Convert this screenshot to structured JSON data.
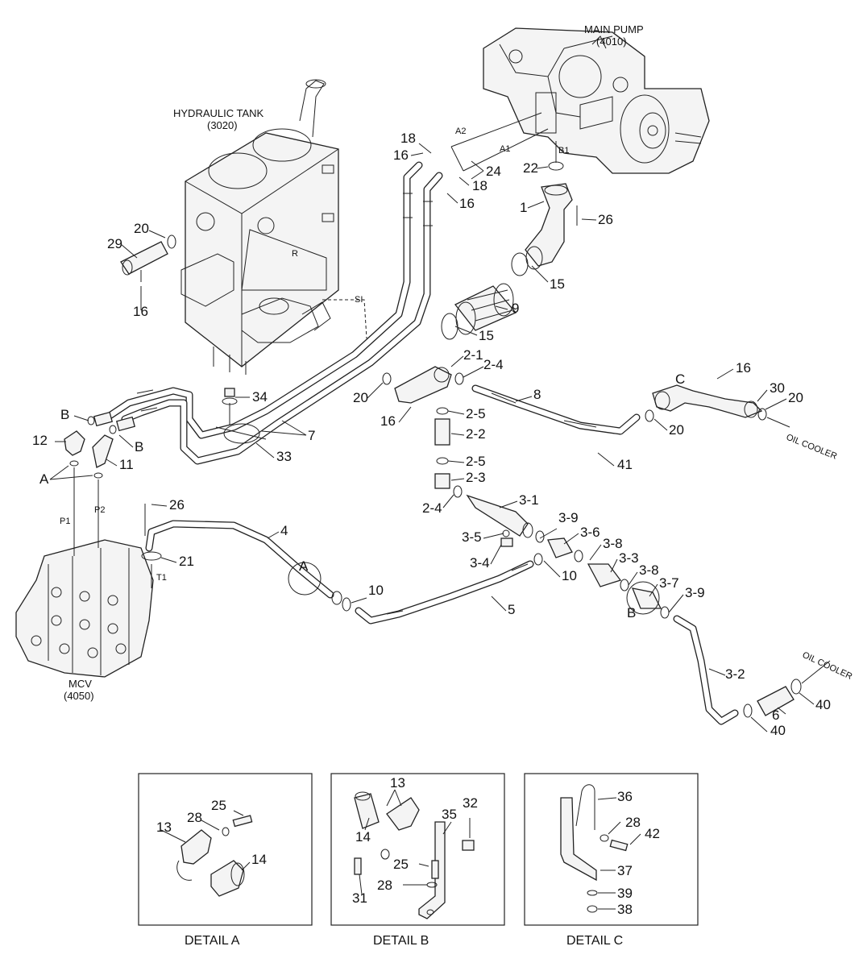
{
  "components": {
    "main_pump": {
      "name": "MAIN PUMP",
      "code": "(4010)"
    },
    "hydraulic_tank": {
      "name": "HYDRAULIC TANK",
      "code": "(3020)"
    },
    "mcv": {
      "name": "MCV",
      "code": "(4050)"
    },
    "oil_cooler_1": "OIL COOLER",
    "oil_cooler_2": "OIL COOLER"
  },
  "port_labels": {
    "a2": "A2",
    "a1": "A1",
    "b1": "B1",
    "r": "R",
    "si": "SI",
    "p1": "P1",
    "p2": "P2",
    "t1": "T1"
  },
  "callouts": {
    "c16a": "16",
    "c18a": "18",
    "c24": "24",
    "c18b": "18",
    "c16b": "16",
    "c22": "22",
    "c1": "1",
    "c26a": "26",
    "c15a": "15",
    "c9": "9",
    "c15b": "15",
    "c20a": "20",
    "c29": "29",
    "c16c": "16",
    "c2_1": "2-1",
    "c2_4a": "2-4",
    "c8": "8",
    "c20b": "20",
    "c16d": "16",
    "c2_5a": "2-5",
    "c2_2": "2-2",
    "c2_5b": "2-5",
    "c2_3": "2-3",
    "c2_4b": "2-4",
    "c16e": "16",
    "c30": "30",
    "c20c": "20",
    "c20d": "20",
    "c41": "41",
    "cB1": "B",
    "cB2": "B",
    "c12": "12",
    "c11": "11",
    "cA1": "A",
    "c34": "34",
    "c7": "7",
    "c33": "33",
    "c26b": "26",
    "c4": "4",
    "c21": "21",
    "cA2": "A",
    "c10a": "10",
    "c5": "5",
    "c3_1": "3-1",
    "c3_9a": "3-9",
    "c3_5": "3-5",
    "c3_6": "3-6",
    "c3_4": "3-4",
    "c10b": "10",
    "c3_8a": "3-8",
    "c3_3": "3-3",
    "c3_8b": "3-8",
    "c3_7": "3-7",
    "c3_9b": "3-9",
    "cB3": "B",
    "c3_2": "3-2",
    "c40a": "40",
    "c6": "6",
    "c40b": "40",
    "cC": "C"
  },
  "details": {
    "a": {
      "title": "DETAIL A",
      "labels": {
        "l25": "25",
        "l28": "28",
        "l13": "13",
        "l14": "14"
      }
    },
    "b": {
      "title": "DETAIL B",
      "labels": {
        "l13": "13",
        "l14": "14",
        "l35": "35",
        "l32": "32",
        "l25": "25",
        "l31": "31",
        "l28": "28"
      }
    },
    "c": {
      "title": "DETAIL C",
      "labels": {
        "l36": "36",
        "l28": "28",
        "l42": "42",
        "l37": "37",
        "l39": "39",
        "l38": "38"
      }
    }
  }
}
